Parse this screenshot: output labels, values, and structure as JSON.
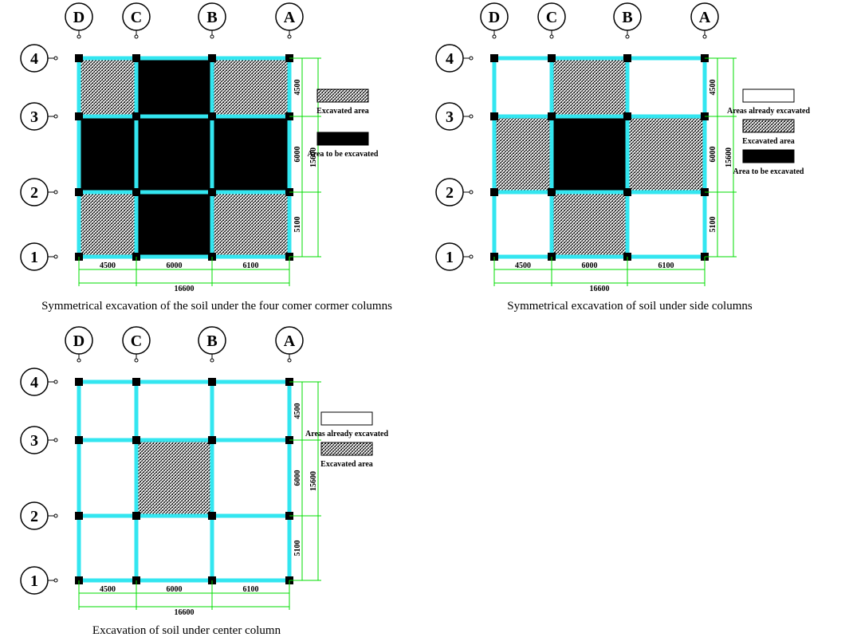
{
  "colors": {
    "beam": "#33e6f0",
    "dimension": "#00dd00",
    "column": "#000000",
    "excavated_fill": "#000000",
    "hatch_base": "#ffffff"
  },
  "column_axes": [
    "D",
    "C",
    "B",
    "A"
  ],
  "row_axes": [
    "4",
    "3",
    "2",
    "1"
  ],
  "dimensions": {
    "spans_x": [
      "4500",
      "6000",
      "6100"
    ],
    "total_x": "16600",
    "spans_y": [
      "4500",
      "6000",
      "5100"
    ],
    "total_y": "15600"
  },
  "legend_text": {
    "already": "Areas already excavated",
    "excavated": "Excavated area",
    "to_be": "Area to be excavated"
  },
  "panels": [
    {
      "id": "corner",
      "caption": "Symmetrical excavation of the soil under the four comer cormer columns",
      "cells": [
        [
          "hatch",
          "black",
          "hatch"
        ],
        [
          "black",
          "black",
          "black"
        ],
        [
          "hatch",
          "black",
          "hatch"
        ]
      ],
      "legend": [
        "excavated",
        "to_be"
      ]
    },
    {
      "id": "side",
      "caption": "Symmetrical excavation of soil under side columns",
      "cells": [
        [
          "white",
          "hatch",
          "white"
        ],
        [
          "hatch",
          "black",
          "hatch"
        ],
        [
          "white",
          "hatch",
          "white"
        ]
      ],
      "legend": [
        "already",
        "excavated",
        "to_be"
      ]
    },
    {
      "id": "center",
      "caption": "Excavation of soil under center column",
      "cells": [
        [
          "white",
          "white",
          "white"
        ],
        [
          "white",
          "hatch",
          "white"
        ],
        [
          "white",
          "white",
          "white"
        ]
      ],
      "legend": [
        "already",
        "excavated"
      ]
    }
  ]
}
